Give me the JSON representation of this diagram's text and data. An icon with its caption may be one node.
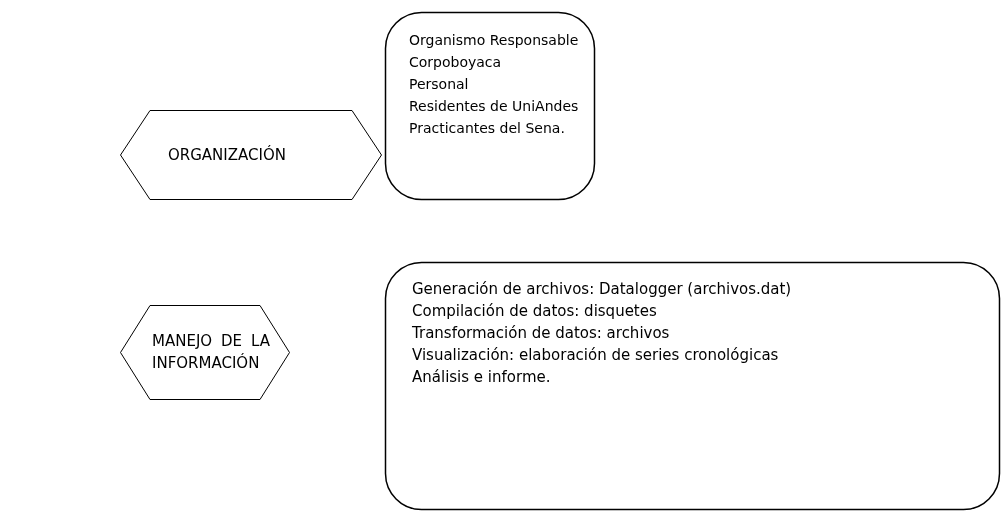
{
  "diagram": {
    "nodes": [
      {
        "text": [
          "ORGANIZACIÓN"
        ]
      },
      {
        "text": [
          "Organismo Responsable",
          "Corpoboyaca",
          "Personal",
          "Residentes de UniAndes",
          "Practicantes del Sena."
        ]
      },
      {
        "text": [
          "MANEJO DE LA INFORMACIÓN"
        ]
      },
      {
        "text": [
          "Generación de archivos: Datalogger (archivos.dat)",
          "Compilación de datos: disquetes",
          "Transformación de datos: archivos",
          "Visualización: elaboración de series cronológicas",
          "Análisis e informe."
        ]
      }
    ]
  }
}
